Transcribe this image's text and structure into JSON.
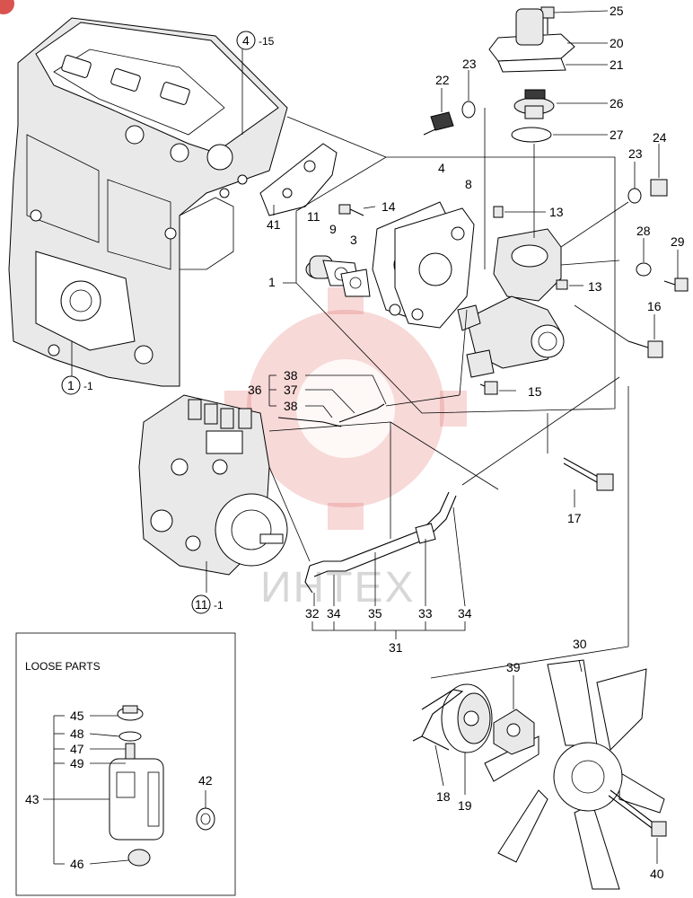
{
  "watermark": "ИНТЕХ",
  "loose_parts_title": "LOOSE PARTS",
  "callouts": {
    "c25": "25",
    "c20": "20",
    "c21": "21",
    "c26": "26",
    "c27": "27",
    "c22": "22",
    "c23a": "23",
    "c23b": "23",
    "c24": "24",
    "c4a": "4",
    "c4a_ref": "-15",
    "c41": "41",
    "c4b": "4",
    "c8": "8",
    "c11": "11",
    "c9": "9",
    "c3": "3",
    "c14": "14",
    "c13a": "13",
    "c13b": "13",
    "c1": "1",
    "c28": "28",
    "c29": "29",
    "c16": "16",
    "c15": "15",
    "c17": "17",
    "c1c": "1",
    "c1c_ref": "-1",
    "c38a": "38",
    "c37": "37",
    "c38b": "38",
    "c36": "36",
    "c11c": "11",
    "c11c_ref": "-1",
    "c32": "32",
    "c34a": "34",
    "c35": "35",
    "c33": "33",
    "c34b": "34",
    "c31": "31",
    "c30": "30",
    "c39": "39",
    "c18": "18",
    "c19": "19",
    "c40": "40",
    "c45": "45",
    "c48": "48",
    "c47": "47",
    "c49": "49",
    "c43": "43",
    "c46": "46",
    "c42": "42"
  }
}
